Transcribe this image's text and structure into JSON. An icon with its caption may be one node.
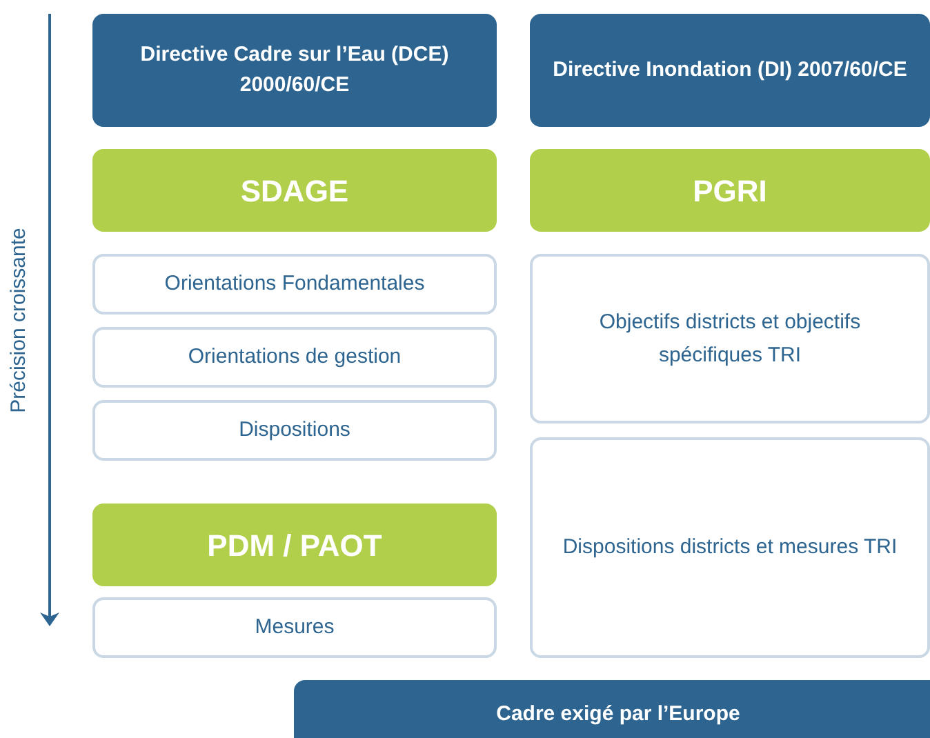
{
  "diagram": {
    "nodes": [
      {
        "text": [
          "Directive Cadre sur l’Eau (DCE) 2000/60/CE"
        ]
      },
      {
        "text": [
          "Directive Inondation (DI) 2007/60/CE"
        ]
      },
      {
        "text": [
          "SDAGE"
        ]
      },
      {
        "text": [
          "PGRI"
        ]
      },
      {
        "text": [
          "Orientations Fondamentales"
        ]
      },
      {
        "text": [
          "Orientations de gestion"
        ]
      },
      {
        "text": [
          "Dispositions"
        ]
      },
      {
        "text": [
          "Objectifs districts et objectifs spécifiques TRI"
        ]
      },
      {
        "text": [
          "PDM / PAOT"
        ]
      },
      {
        "text": [
          "Dispositions districts et mesures TRI"
        ]
      },
      {
        "text": [
          "Mesures"
        ]
      },
      {
        "text": [
          "Cadre exigé par l’Europe"
        ]
      }
    ],
    "edges": [],
    "labels": [
      "Précision croissante"
    ]
  }
}
